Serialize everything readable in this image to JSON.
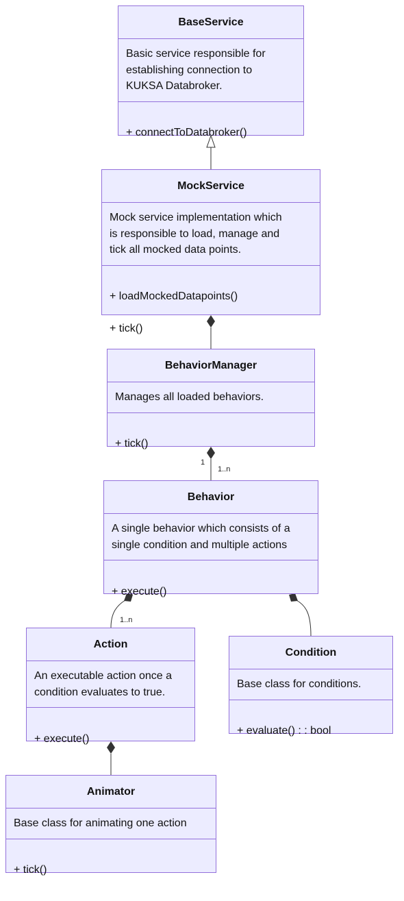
{
  "classes": {
    "base_service": {
      "name": "BaseService",
      "description": "Basic service responsible for\nestablishing connection to\nKUKSA Databroker.",
      "methods": [
        "+ connectToDatabroker()"
      ]
    },
    "mock_service": {
      "name": "MockService",
      "description": "Mock service implementation which\nis responsible to load, manage and\ntick all mocked data points.",
      "methods": [
        "+ loadMockedDatapoints()",
        "+ tick()"
      ]
    },
    "behavior_manager": {
      "name": "BehaviorManager",
      "description": "Manages all loaded behaviors.",
      "methods": [
        "+ tick()"
      ]
    },
    "behavior": {
      "name": "Behavior",
      "description": "A single behavior which consists of a\nsingle condition and multiple actions",
      "methods": [
        "+ execute()"
      ]
    },
    "action": {
      "name": "Action",
      "description": "An executable action once a\ncondition evaluates to true.",
      "methods": [
        "+ execute()"
      ]
    },
    "condition": {
      "name": "Condition",
      "description": "Base class for conditions.",
      "methods": [
        "+ evaluate() : : bool"
      ]
    },
    "animator": {
      "name": "Animator",
      "description": "Base class for animating one action",
      "methods": [
        "+ tick()"
      ]
    }
  },
  "relations": [
    {
      "from": "MockService",
      "to": "BaseService",
      "type": "inheritance"
    },
    {
      "from": "MockService",
      "to": "BehaviorManager",
      "type": "composition"
    },
    {
      "from": "BehaviorManager",
      "to": "Behavior",
      "type": "composition",
      "from_multiplicity": "1",
      "to_multiplicity": "1..n"
    },
    {
      "from": "Behavior",
      "to": "Action",
      "type": "composition",
      "to_multiplicity": "1..n"
    },
    {
      "from": "Behavior",
      "to": "Condition",
      "type": "composition"
    },
    {
      "from": "Action",
      "to": "Animator",
      "type": "composition"
    }
  ],
  "colors": {
    "node_fill": "#ececff",
    "node_border": "#9370db",
    "edge": "#333333"
  }
}
